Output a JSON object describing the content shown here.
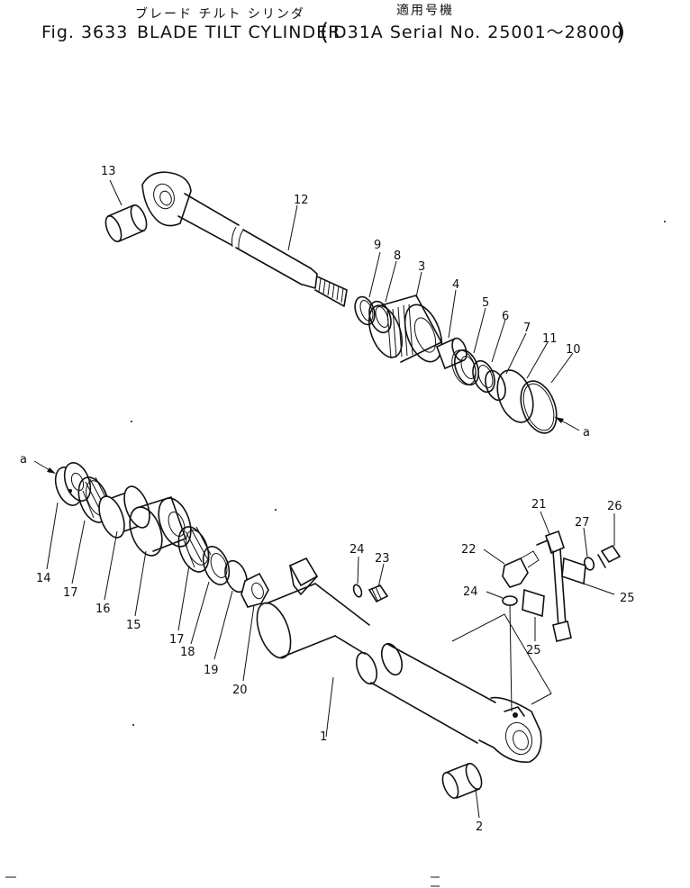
{
  "header": {
    "jp_title": "ブレード チルト シリンダ",
    "jp_applicable": "適用号機",
    "fig": "Fig. 3633",
    "title": "BLADE TILT CYLINDER",
    "paren_open": "(",
    "serial": "D31A Serial No. 25001～28000",
    "paren_close": ")"
  },
  "callouts": {
    "p1": "1",
    "p2": "2",
    "p3": "3",
    "p4": "4",
    "p5": "5",
    "p6": "6",
    "p7": "7",
    "p8": "8",
    "p9": "9",
    "p10": "10",
    "p11": "11",
    "p12": "12",
    "p13": "13",
    "p14": "14",
    "p15": "15",
    "p16": "16",
    "p17a": "17",
    "p17b": "17",
    "p18": "18",
    "p19": "19",
    "p20": "20",
    "p21": "21",
    "p22": "22",
    "p23": "23",
    "p24a": "24",
    "p24b": "24",
    "p25a": "25",
    "p25b": "25",
    "p26": "26",
    "p27": "27",
    "ref_a_top": "a",
    "ref_a_left": "a"
  },
  "colors": {
    "ink": "#111111",
    "paper": "#ffffff"
  }
}
